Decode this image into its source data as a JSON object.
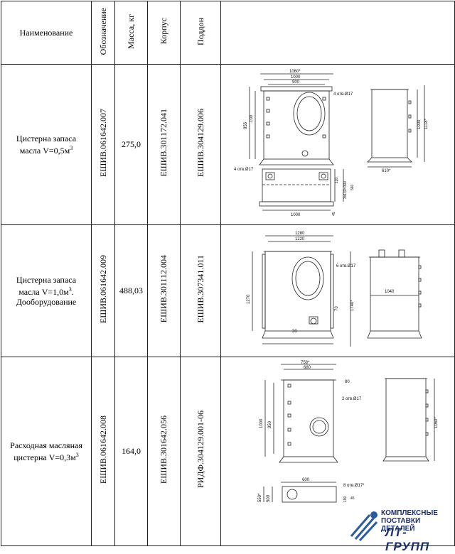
{
  "headers": {
    "name": "Наименование",
    "designation": "Обозначение",
    "mass": "Масса, кг",
    "body": "Корпус",
    "tray": "Поддон"
  },
  "rows": [
    {
      "name_line1": "Цистерна запаса",
      "name_line2": "масла V=0,5м",
      "name_sup": "3",
      "name_line3": "",
      "designation": "ЕШИВ.061642.007",
      "mass": "275,0",
      "body": "ЕШИВ.301172.041",
      "tray": "ЕШИВ.304129.006",
      "dims": {
        "d1": "1060*",
        "d2": "1000",
        "d3": "900",
        "d4": "4 отв.Ø17",
        "d5": "100",
        "d6": "955",
        "d7": "1000",
        "d8": "1118*",
        "d9": "610*",
        "d10": "4 отв.Ø17",
        "d11": "120",
        "d12": "3x130=390",
        "d13": "560",
        "d14": "1000",
        "d15": "45"
      }
    },
    {
      "name_line1": "Цистерна запаса",
      "name_line2": "масла V=1,0м",
      "name_sup": "3",
      "name_line3": "Дооборудование",
      "designation": "ЕШИВ.061642.009",
      "mass": "488,03",
      "body": "ЕШИВ.301112.004",
      "tray": "ЕШИВ.307341.011",
      "dims": {
        "d1": "1280",
        "d2": "1220",
        "d3": "6 отв.Ø17",
        "d4": "1270",
        "d5": "70",
        "d6": "1740*",
        "d7": "30",
        "d8": "1040"
      }
    },
    {
      "name_line1": "Расходная масляная",
      "name_line2": "цистерна V=0,3м",
      "name_sup": "3",
      "name_line3": "",
      "designation": "ЕШИВ.061642.008",
      "mass": "164,0",
      "body": "ЕШИВ.301642.056",
      "tray": "РИДФ.304129.001-06",
      "dims": {
        "d1": "758*",
        "d2": "680",
        "d3": "80",
        "d4": "2 отв.Ø17",
        "d5": "1000",
        "d6": "950",
        "d7": "1060*",
        "d8": "600",
        "d9": "8 отв.Ø17*",
        "d10": "550*",
        "d11": "500",
        "d12": "190",
        "d13": "45"
      }
    }
  ],
  "logo": {
    "line1": "КОМПЛЕКСНЫЕ",
    "line2": "ПОСТАВКИ ДЕТАЛЕЙ",
    "brand": "ЛТ-ГРУПП",
    "color": "#1b2f6b"
  }
}
